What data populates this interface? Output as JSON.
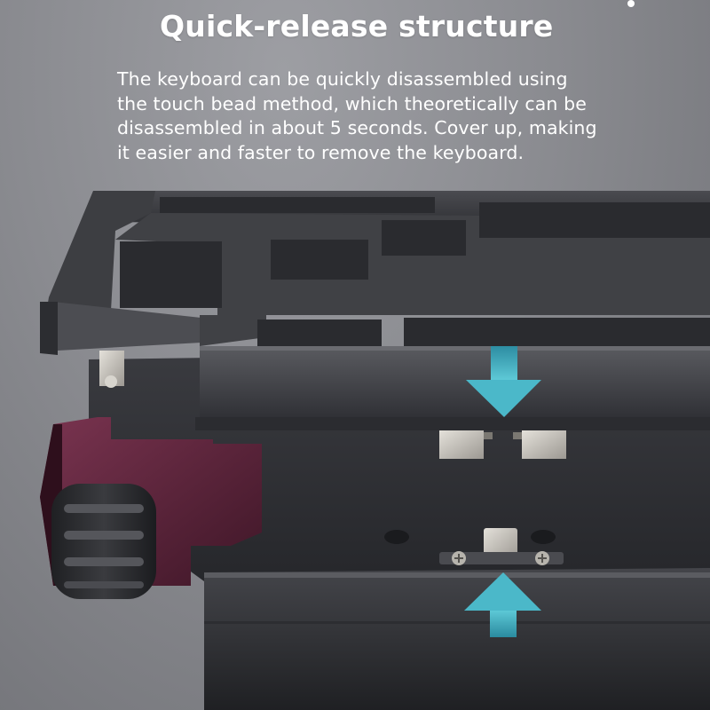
{
  "heading": {
    "title": "Quick-release structure",
    "description_lines": [
      "The keyboard can be quickly disassembled using",
      "the touch bead method, which theoretically can be",
      "disassembled in about 5 seconds. Cover up, making",
      "it easier and faster to remove the keyboard."
    ]
  },
  "colors": {
    "frame": "#3a3b3f",
    "frame_highlight": "#55565b",
    "knob_accent": "#5a2438",
    "arrow": "#4bb8c9",
    "latch_metal": "#c9c6c0"
  },
  "icons": {
    "press_down_arrow": "arrow-down-icon",
    "press_up_arrow": "arrow-up-icon"
  }
}
